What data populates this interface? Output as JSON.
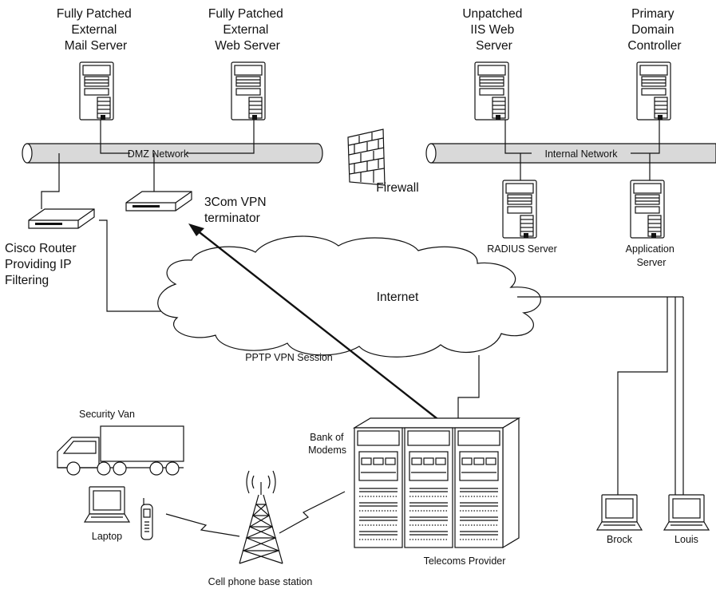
{
  "servers": {
    "mail": [
      "Fully Patched",
      "External",
      "Mail Server"
    ],
    "web": [
      "Fully Patched",
      "External",
      "Web Server"
    ],
    "iis": [
      "Unpatched",
      "IIS Web",
      "Server"
    ],
    "pdc": [
      "Primary",
      "Domain",
      "Controller"
    ],
    "radius": "RADIUS Server",
    "app": [
      "Application",
      "Server"
    ]
  },
  "networks": {
    "dmz": "DMZ Network",
    "internal": "Internal Network"
  },
  "firewall": "Firewall",
  "vpn": [
    "3Com VPN",
    "terminator"
  ],
  "router": [
    "Cisco Router",
    "Providing IP",
    "Filtering"
  ],
  "internet": "Internet",
  "pptp": "PPTP VPN Session",
  "van": "Security Van",
  "laptop": "Laptop",
  "cell_tower": "Cell phone base station",
  "modems": [
    "Bank of",
    "Modems"
  ],
  "telecoms": "Telecoms Provider",
  "clients": {
    "brock": "Brock",
    "louis": "Louis"
  }
}
